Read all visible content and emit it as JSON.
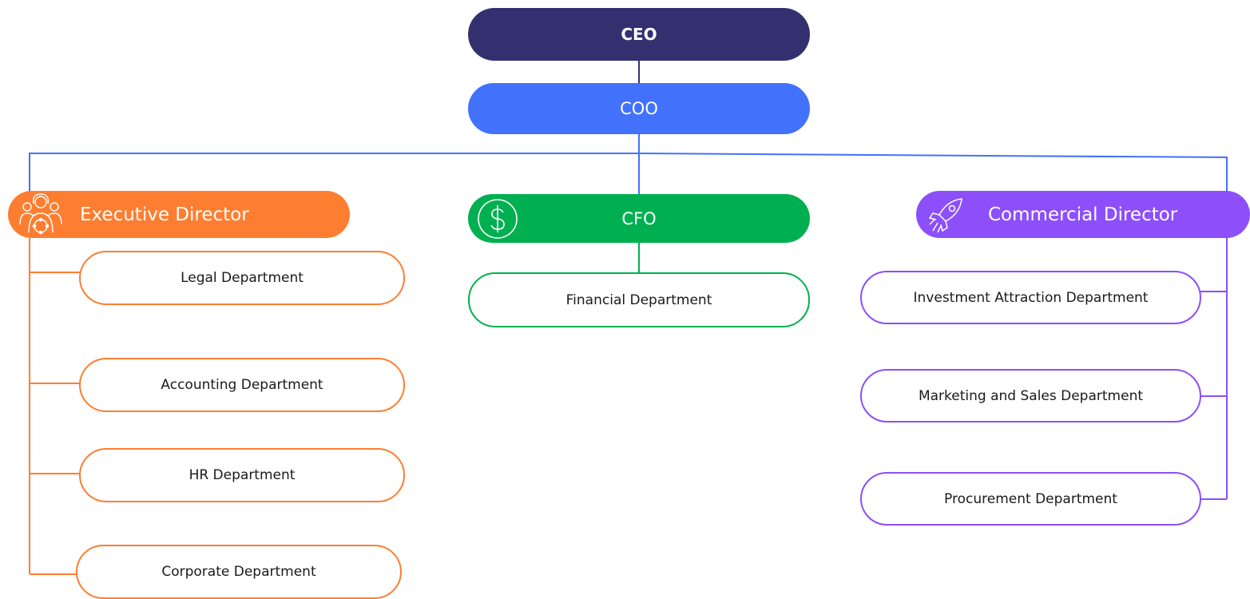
{
  "colors": {
    "ceo": "#34306f",
    "coo": "#4272fc",
    "executive": "#fd7e31",
    "finance": "#00b050",
    "commercial": "#8c4ffa"
  },
  "org": {
    "ceo": {
      "label": "CEO"
    },
    "coo": {
      "label": "COO"
    },
    "executive": {
      "label": "Executive Director",
      "icon": "team-icon",
      "departments": [
        "Legal Department",
        "Accounting Department",
        "HR Department",
        "Corporate Department"
      ]
    },
    "cfo": {
      "label": "CFO",
      "icon": "dollar-icon",
      "departments": [
        "Financial Department"
      ]
    },
    "commercial": {
      "label": "Commercial Director",
      "icon": "rocket-icon",
      "departments": [
        "Investment Attraction Department",
        "Marketing and Sales Department",
        "Procurement Department"
      ]
    }
  }
}
